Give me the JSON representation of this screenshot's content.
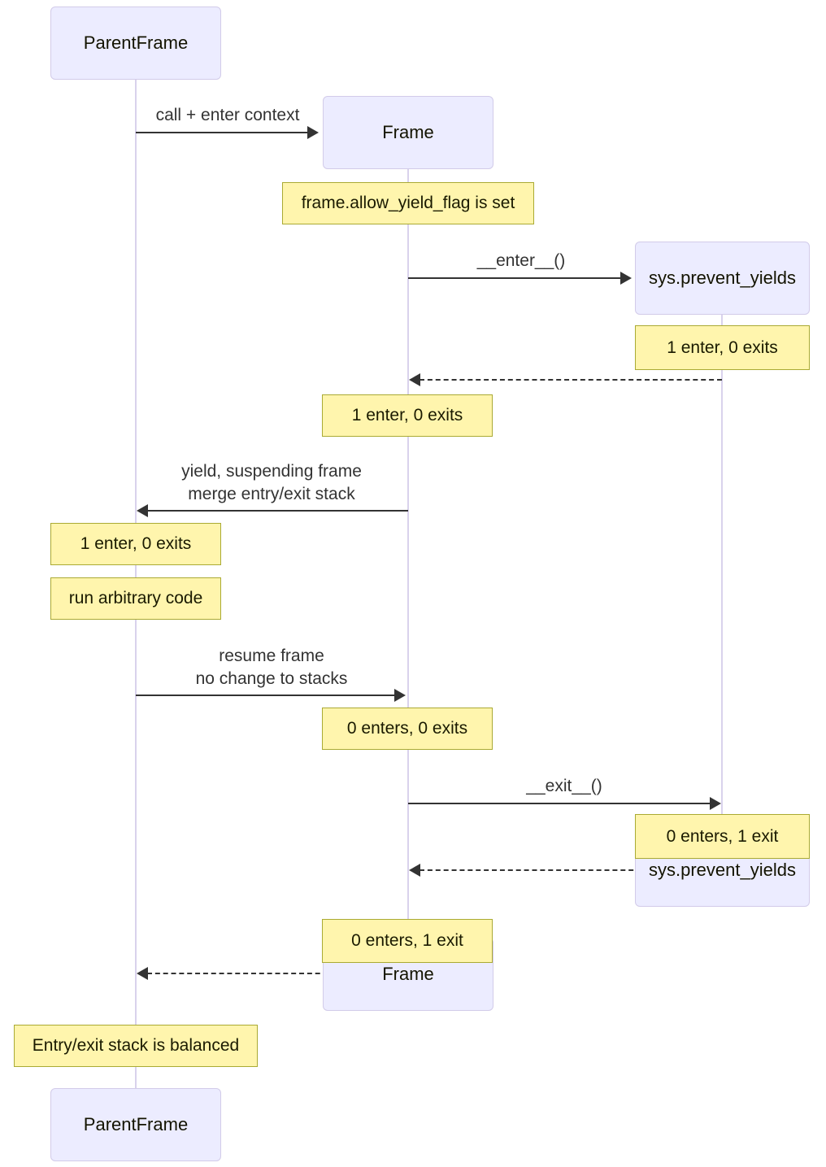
{
  "diagram_type": "sequence-diagram",
  "participants": {
    "parentframe": {
      "label": "ParentFrame"
    },
    "frame": {
      "label": "Frame"
    },
    "sys_prevent_yields": {
      "label": "sys.prevent_yields"
    }
  },
  "messages": {
    "call_enter_context": {
      "label": "call + enter context",
      "from": "ParentFrame",
      "to": "Frame",
      "line": "solid"
    },
    "enter_dunder": {
      "label": "__enter__()",
      "from": "Frame",
      "to": "sys.prevent_yields",
      "line": "solid"
    },
    "return_after_enter": {
      "label": "",
      "from": "sys.prevent_yields",
      "to": "Frame",
      "line": "dashed"
    },
    "yield_suspend": {
      "lines": [
        "yield, suspending frame",
        "merge entry/exit stack"
      ],
      "from": "Frame",
      "to": "ParentFrame",
      "line": "solid"
    },
    "resume_frame": {
      "lines": [
        "resume frame",
        "no change to stacks"
      ],
      "from": "ParentFrame",
      "to": "Frame",
      "line": "solid"
    },
    "exit_dunder": {
      "label": "__exit__()",
      "from": "Frame",
      "to": "sys.prevent_yields",
      "line": "solid"
    },
    "return_after_exit": {
      "label": "",
      "from": "sys.prevent_yields",
      "to": "Frame",
      "line": "dashed"
    },
    "return_to_parent": {
      "label": "",
      "from": "Frame",
      "to": "ParentFrame",
      "line": "dashed"
    }
  },
  "notes": {
    "allow_yield_flag": {
      "text": "frame.allow_yield_flag is set",
      "over": "Frame"
    },
    "sys_after_enter": {
      "text": "1 enter, 0 exits",
      "over": "sys.prevent_yields"
    },
    "frame_after_enter": {
      "text": "1 enter, 0 exits",
      "over": "Frame"
    },
    "parent_after_yield": {
      "text": "1 enter, 0 exits",
      "over": "ParentFrame"
    },
    "run_arbitrary_code": {
      "text": "run arbitrary code",
      "over": "ParentFrame"
    },
    "frame_after_resume": {
      "text": "0 enters, 0 exits",
      "over": "Frame"
    },
    "sys_after_exit": {
      "text": "0 enters, 1 exit",
      "over": "sys.prevent_yields"
    },
    "frame_after_exit": {
      "text": "0 enters, 1 exit",
      "over": "Frame"
    },
    "balanced": {
      "text": "Entry/exit stack is balanced",
      "over": "ParentFrame"
    }
  },
  "colors": {
    "participant_fill": "#ECECFF",
    "participant_border": "#d2cbe9",
    "lifeline": "#d9d2ec",
    "note_fill": "#fff5ad",
    "note_border": "#aaaa33",
    "message_line": "#333333",
    "message_text": "#333333"
  }
}
